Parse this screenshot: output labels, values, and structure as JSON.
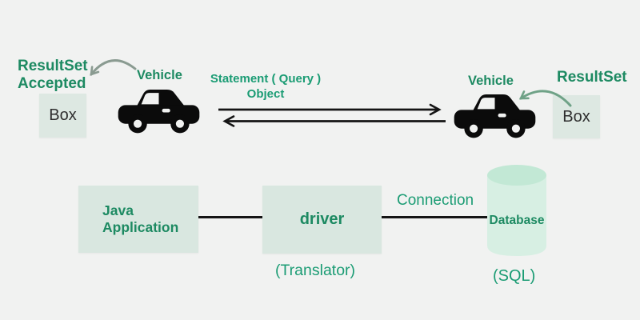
{
  "colors": {
    "background": "#f1f2f1",
    "green_text": "#1d8a62",
    "light_green_text": "#1b9c74",
    "panel_fill": "#d9e7e0",
    "small_box_fill": "#dde8e2",
    "cylinder_fill": "#d7efe3",
    "cylinder_top_fill": "#c2e8d5",
    "black": "#151515",
    "dark_text": "#2e2e2e",
    "curve_left_color": "#8a9b91",
    "curve_right_color": "#6fa287"
  },
  "top": {
    "left": {
      "result_label": "ResultSet\nAccepted",
      "box_label": "Box",
      "vehicle_label": "Vehicle"
    },
    "center": {
      "statement_label": "Statement ( Query )\nObject"
    },
    "right": {
      "vehicle_label": "Vehicle",
      "result_label": "ResultSet",
      "box_label": "Box"
    }
  },
  "bottom": {
    "java_label": "Java\nApplication",
    "driver_label": "driver",
    "connection_label": "Connection",
    "translator_label": "(Translator)",
    "database_label": "Database",
    "sql_label": "(SQL)"
  }
}
